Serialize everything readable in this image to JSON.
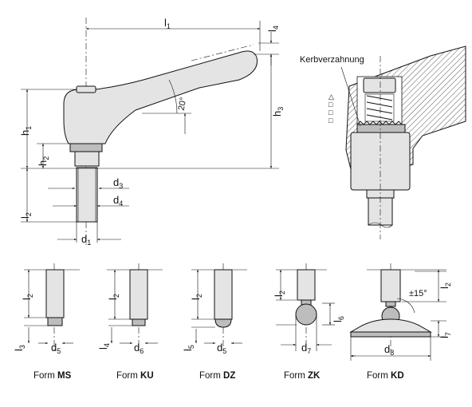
{
  "labels": {
    "l1": "l",
    "l1_sub": "1",
    "l4": "l",
    "l4_sub": "4",
    "h1": "h",
    "h1_sub": "1",
    "h2": "h",
    "h2_sub": "2",
    "h3": "h",
    "h3_sub": "3",
    "angle": "20°",
    "d3": "d",
    "d3_sub": "3",
    "d4": "d",
    "d4_sub": "4",
    "l2": "l",
    "l2_sub": "2",
    "d1": "d",
    "d1_sub": "1",
    "kerb": "Kerbverzahnung",
    "ms_l2": "l",
    "ms_l2_sub": "2",
    "ms_l3": "l",
    "ms_l3_sub": "3",
    "ms_d5": "d",
    "ms_d5_sub": "5",
    "ku_l2": "l",
    "ku_l2_sub": "2",
    "ku_l4": "l",
    "ku_l4_sub": "4",
    "ku_d6": "d",
    "ku_d6_sub": "6",
    "dz_l2": "l",
    "dz_l2_sub": "2",
    "dz_l5": "l",
    "dz_l5_sub": "5",
    "dz_d5": "d",
    "dz_d5_sub": "5",
    "zk_l2": "l",
    "zk_l2_sub": "2",
    "zk_l6": "l",
    "zk_l6_sub": "6",
    "zk_d7": "d",
    "zk_d7_sub": "7",
    "kd_l2": "l",
    "kd_l2_sub": "2",
    "kd_l7": "l",
    "kd_l7_sub": "7",
    "kd_angle": "±15°",
    "kd_d8": "d",
    "kd_d8_sub": "8"
  },
  "forms": [
    {
      "prefix": "Form ",
      "code": "MS"
    },
    {
      "prefix": "Form ",
      "code": "KU"
    },
    {
      "prefix": "Form ",
      "code": "DZ"
    },
    {
      "prefix": "Form ",
      "code": "ZK"
    },
    {
      "prefix": "Form ",
      "code": "KD"
    }
  ]
}
